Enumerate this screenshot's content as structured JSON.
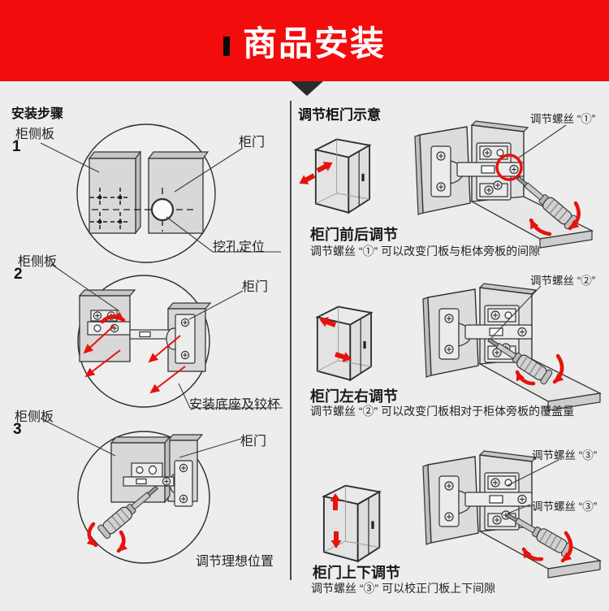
{
  "banner": {
    "title": "商品安装"
  },
  "left_panel": {
    "header": "安装步骤",
    "steps": [
      {
        "number": "1",
        "side_label": "柜侧板",
        "door_label": "柜门",
        "note": "挖孔定位"
      },
      {
        "number": "2",
        "side_label": "柜侧板",
        "door_label": "柜门",
        "note": "安装底座及铰杯"
      },
      {
        "number": "3",
        "side_label": "柜侧板",
        "door_label": "柜门",
        "note": "调节理想位置"
      }
    ]
  },
  "right_panel": {
    "header": "调节柜门示意",
    "sections": [
      {
        "screw_labels": [
          "调节螺丝 “①”"
        ],
        "caption": "柜门前后调节",
        "description": "调节螺丝 “①” 可以改变门板与柜体旁板的间隙"
      },
      {
        "screw_labels": [
          "调节螺丝 “②”"
        ],
        "caption": "柜门左右调节",
        "description": "调节螺丝 “②” 可以改变门板相对于柜体旁板的覆盖量"
      },
      {
        "screw_labels": [
          "调节螺丝 “③”",
          "调节螺丝 “③”"
        ],
        "caption": "柜门上下调节",
        "description": "调节螺丝 “③” 可以校正门板上下间隙"
      }
    ]
  },
  "colors": {
    "banner_red": "#f20c0c",
    "arrow_red": "#e8120c",
    "background": "#ededed"
  }
}
